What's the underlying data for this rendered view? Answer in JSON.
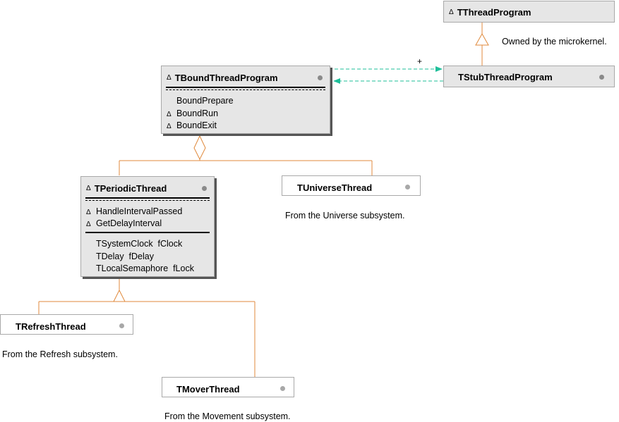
{
  "classes": {
    "tthreadprogram": {
      "name": "TThreadProgram",
      "marker": "Δ"
    },
    "tstubthreadprogram": {
      "name": "TStubThreadProgram"
    },
    "tboundthreadprogram": {
      "name": "TBoundThreadProgram",
      "marker": "Δ",
      "members": [
        {
          "marker": "",
          "text": "BoundPrepare"
        },
        {
          "marker": "Δ",
          "text": "BoundRun"
        },
        {
          "marker": "Δ",
          "text": "BoundExit"
        }
      ]
    },
    "tperiodicthread": {
      "name": "TPeriodicThread",
      "marker": "Δ",
      "methods": [
        {
          "marker": "Δ",
          "text": "HandleIntervalPassed"
        },
        {
          "marker": "Δ",
          "text": "GetDelayInterval"
        }
      ],
      "fields": [
        "TSystemClock  fClock",
        "TDelay  fDelay",
        "TLocalSemaphore  fLock"
      ]
    },
    "tuniversethread": {
      "name": "TUniverseThread"
    },
    "trefreshthread": {
      "name": "TRefreshThread"
    },
    "tmoverthread": {
      "name": "TMoverThread"
    }
  },
  "notes": {
    "microkernel": "Owned by the microkernel.",
    "universe": "From the Universe subsystem.",
    "refresh": "From the Refresh subsystem.",
    "movement": "From the Movement subsystem."
  },
  "association": {
    "multiplicity": "+"
  },
  "colors": {
    "inheritance": "#e08a3c",
    "association": "#1fbf9a",
    "border": "#a9a9a9",
    "fill": "#e6e6e6"
  }
}
